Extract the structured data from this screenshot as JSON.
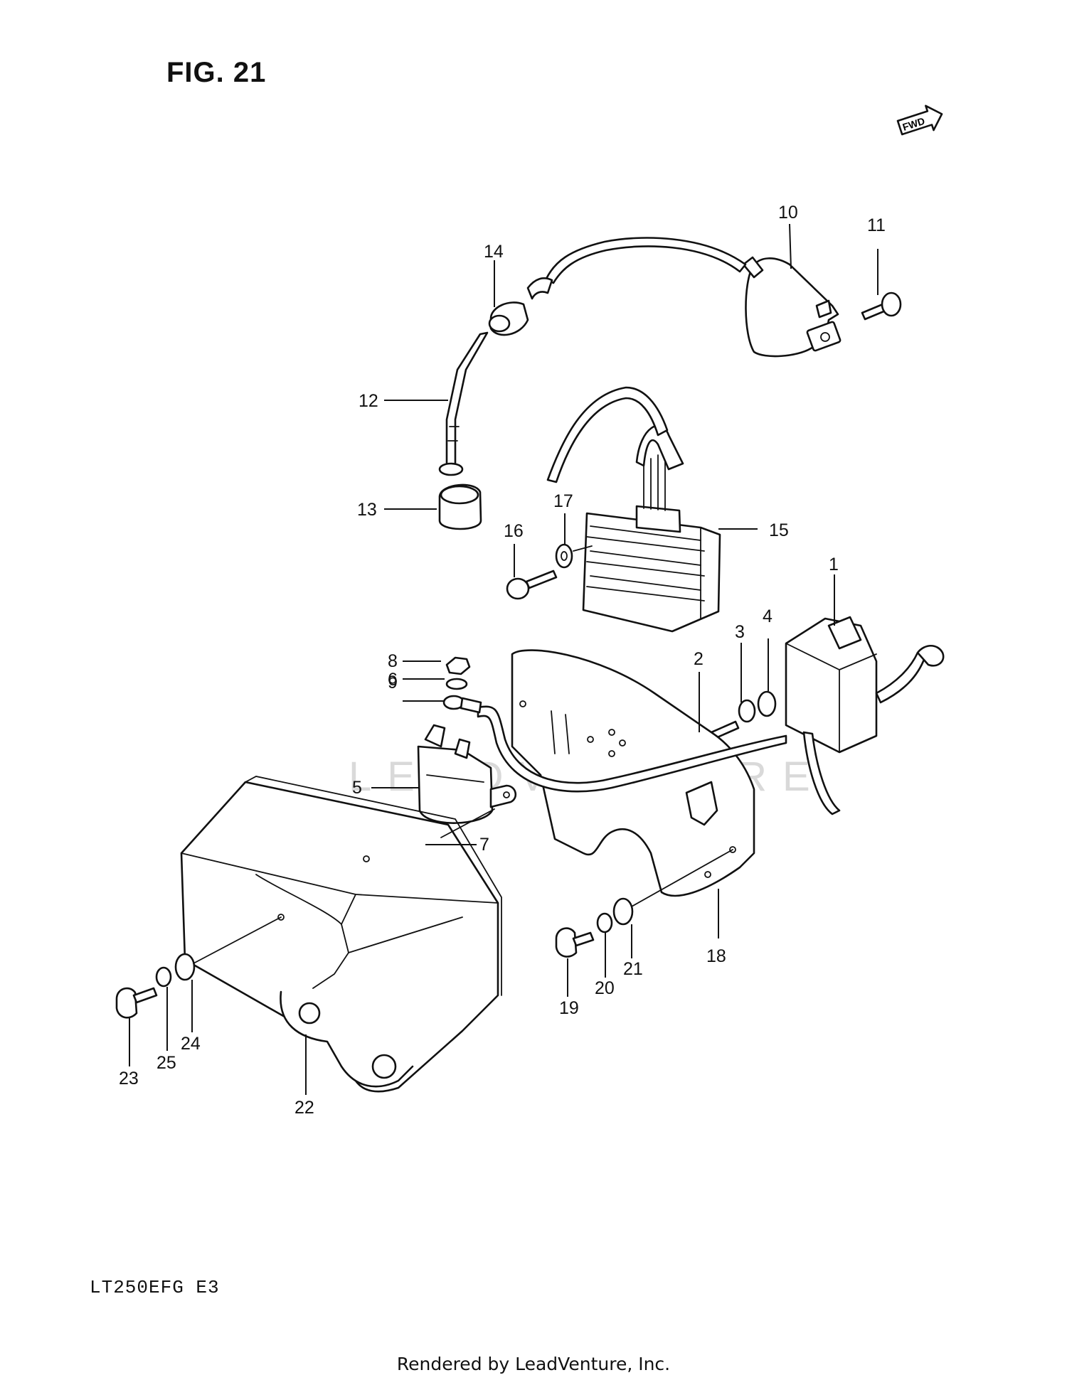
{
  "figure": {
    "title": "FIG. 21",
    "fwd_label": "FWD",
    "model_code": "LT250EFG  E3",
    "credit": "Rendered by LeadVenture, Inc.",
    "watermark": "LEADVENTURE"
  },
  "callouts": [
    {
      "id": "1",
      "label": "1"
    },
    {
      "id": "2",
      "label": "2"
    },
    {
      "id": "3",
      "label": "3"
    },
    {
      "id": "4",
      "label": "4"
    },
    {
      "id": "5",
      "label": "5"
    },
    {
      "id": "6",
      "label": "6"
    },
    {
      "id": "7",
      "label": "7"
    },
    {
      "id": "8",
      "label": "8"
    },
    {
      "id": "9",
      "label": "9"
    },
    {
      "id": "10",
      "label": "10"
    },
    {
      "id": "11",
      "label": "11"
    },
    {
      "id": "12",
      "label": "12"
    },
    {
      "id": "13",
      "label": "13"
    },
    {
      "id": "14",
      "label": "14"
    },
    {
      "id": "15",
      "label": "15"
    },
    {
      "id": "16",
      "label": "16"
    },
    {
      "id": "17",
      "label": "17"
    },
    {
      "id": "18",
      "label": "18"
    },
    {
      "id": "19",
      "label": "19"
    },
    {
      "id": "20",
      "label": "20"
    },
    {
      "id": "21",
      "label": "21"
    },
    {
      "id": "22",
      "label": "22"
    },
    {
      "id": "23",
      "label": "23"
    },
    {
      "id": "24",
      "label": "24"
    },
    {
      "id": "25",
      "label": "25"
    }
  ]
}
